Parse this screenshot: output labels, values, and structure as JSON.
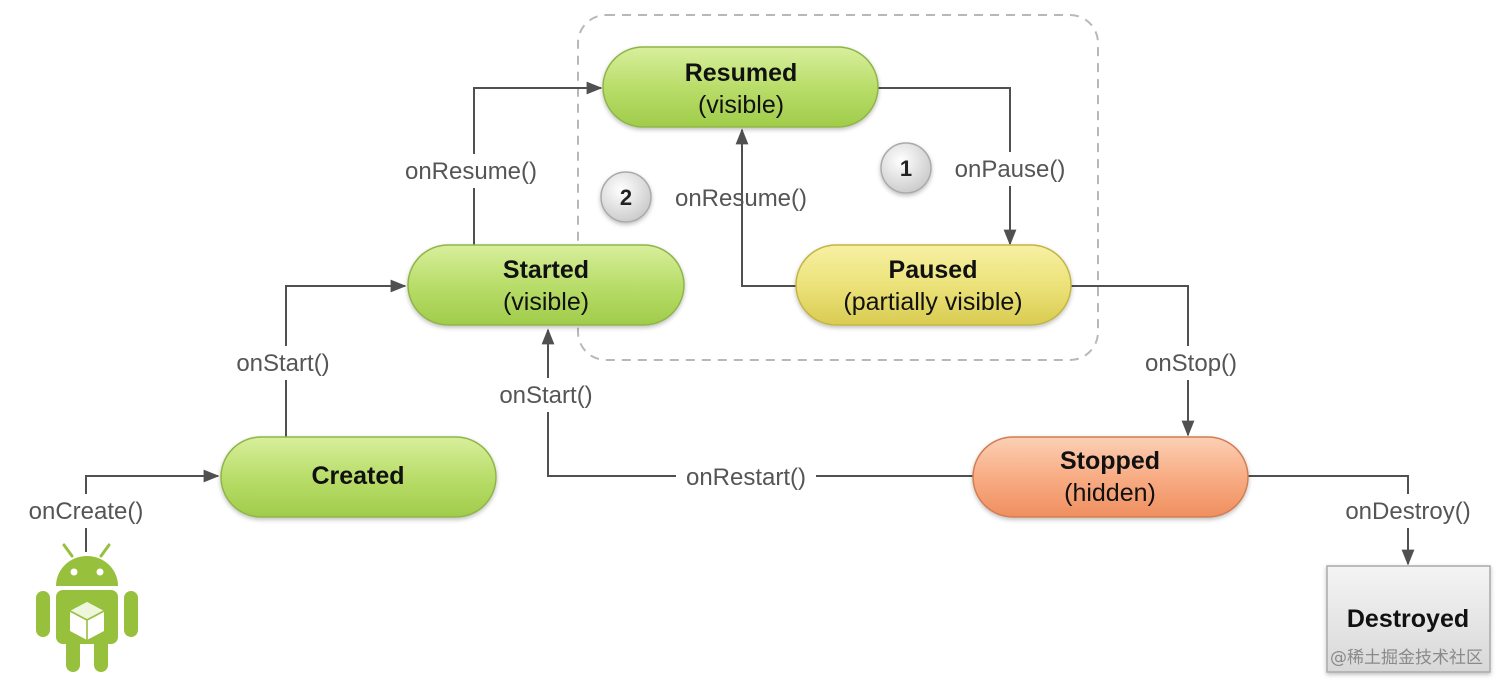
{
  "states": {
    "resumed": {
      "name": "Resumed",
      "sub": "(visible)"
    },
    "started": {
      "name": "Started",
      "sub": "(visible)"
    },
    "paused": {
      "name": "Paused",
      "sub": "(partially visible)"
    },
    "created": {
      "name": "Created"
    },
    "stopped": {
      "name": "Stopped",
      "sub": "(hidden)"
    },
    "destroyed": {
      "name": "Destroyed"
    }
  },
  "edges": {
    "on_create": "onCreate()",
    "on_start_created": "onStart()",
    "on_resume_started": "onResume()",
    "on_pause": "onPause()",
    "on_resume_paused": "onResume()",
    "on_stop": "onStop()",
    "on_start_restart": "onStart()",
    "on_restart": "onRestart()",
    "on_destroy": "onDestroy()"
  },
  "badges": {
    "one": "1",
    "two": "2"
  },
  "watermark": "@稀土掘金技术社区",
  "icons": {
    "start": "android-robot-icon",
    "badge": "numbered-badge-icon"
  },
  "colors": {
    "green_fill": "#b5d86a",
    "yellow_fill": "#ebe274",
    "orange_fill": "#f7a97f",
    "grey_fill": "#e6e6e6",
    "line": "#505050",
    "dashed_region": "#b8b8b8",
    "android_green": "#97c03d"
  }
}
